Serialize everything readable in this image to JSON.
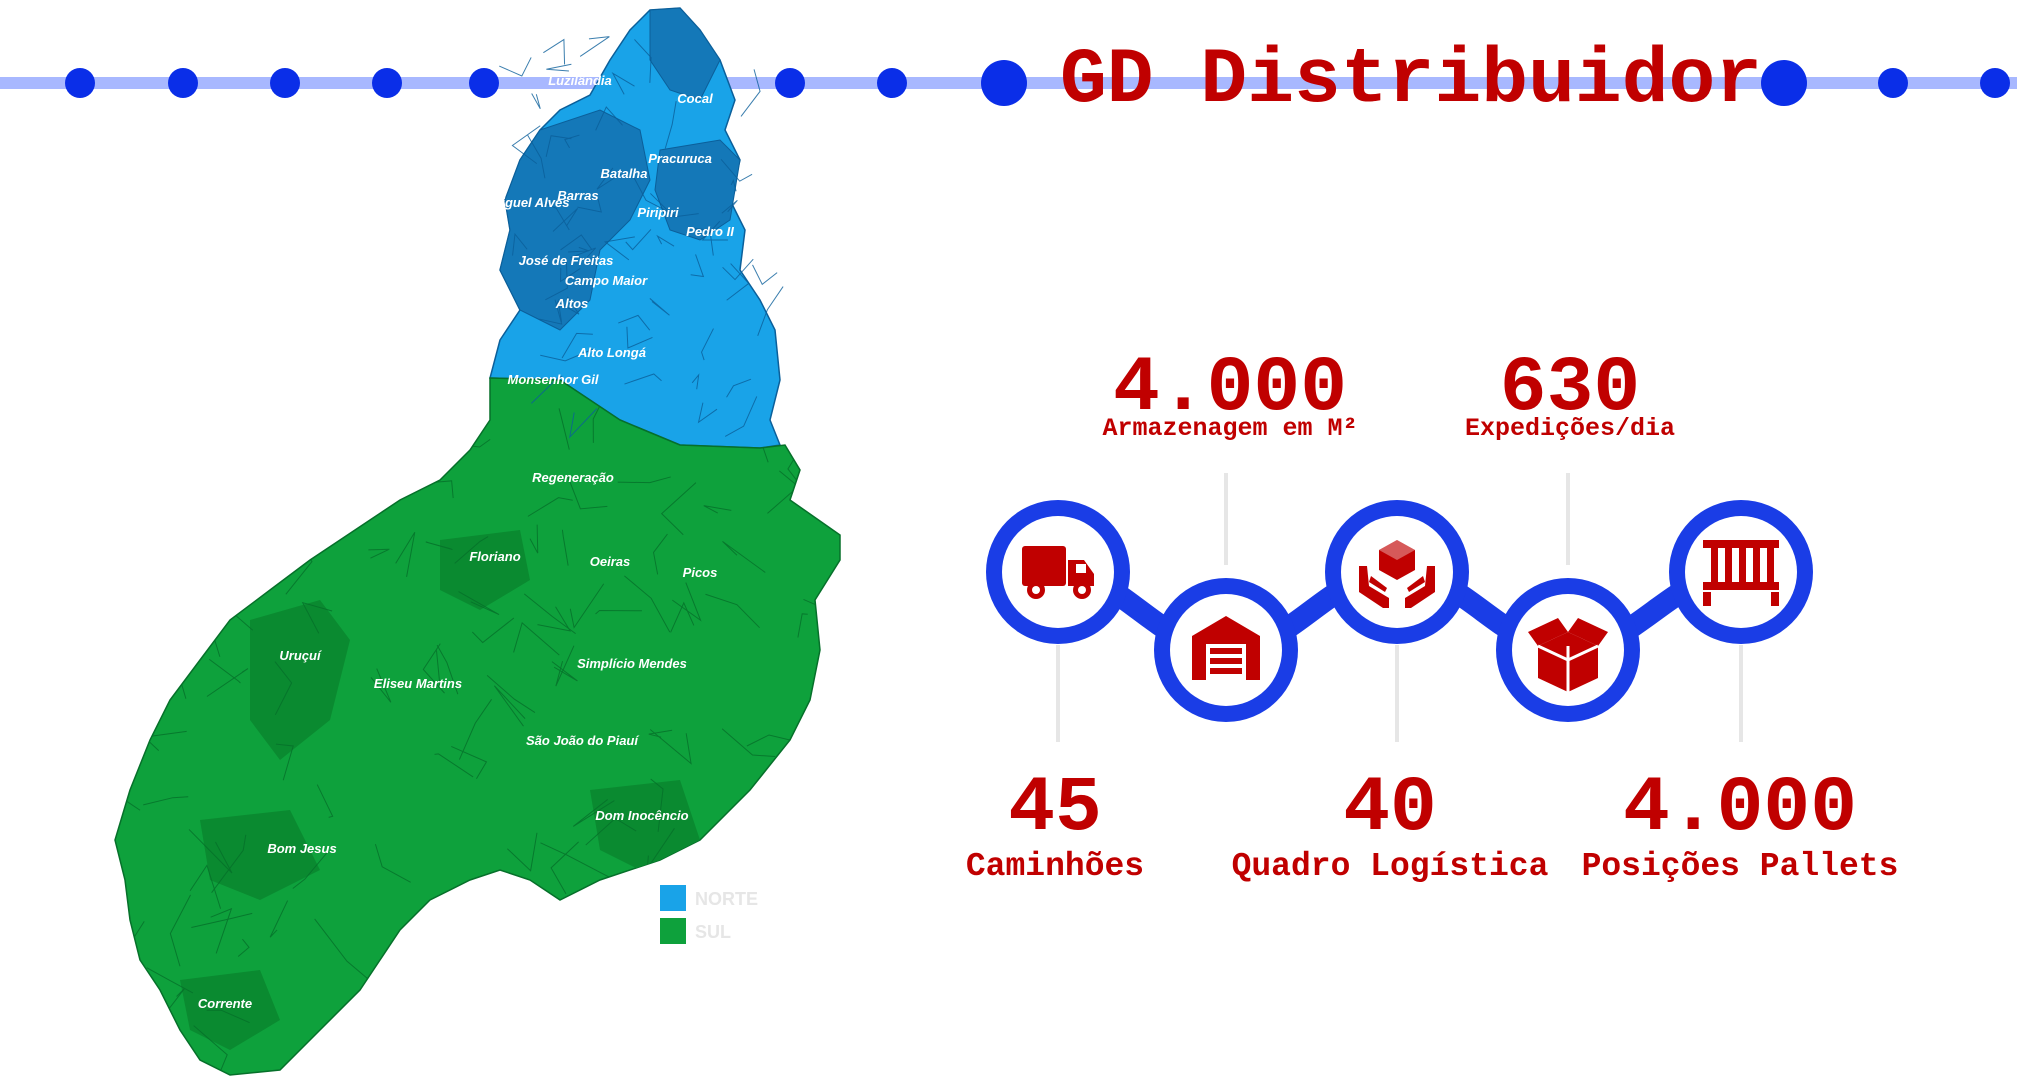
{
  "header": {
    "title": "GD Distribuidor"
  },
  "colors": {
    "brand_red": "#c00000",
    "ring_blue": "#1a3de6",
    "line_blue": "#a8b8ff",
    "dot_blue": "#0a2ee8",
    "region_north_light": "#19a3e8",
    "region_north_dark": "#1478b8",
    "region_south": "#0ea13c",
    "region_south_dark": "#0a8a30"
  },
  "stats": {
    "storage": {
      "value": "4.000",
      "label": "Armazenagem em M²"
    },
    "shipments": {
      "value": "630",
      "label": "Expedições/dia"
    },
    "trucks": {
      "value": "45",
      "label": "Caminhões"
    },
    "logistics": {
      "value": "40",
      "label": "Quadro Logística"
    },
    "pallets": {
      "value": "4.000",
      "label": "Posições Pallets"
    }
  },
  "icons": [
    {
      "name": "truck-icon"
    },
    {
      "name": "warehouse-icon"
    },
    {
      "name": "hands-box-icon"
    },
    {
      "name": "box-open-icon"
    },
    {
      "name": "pallet-rack-icon"
    }
  ],
  "map": {
    "cities": [
      "Luzilândia",
      "Cocal",
      "Pracuruca",
      "Batalha",
      "Miguel Alves",
      "Barras",
      "Piripiri",
      "Pedro II",
      "José de Freitas",
      "Campo Maior",
      "Altos",
      "Alto Longá",
      "Monsenhor Gil",
      "Regeneração",
      "Floriano",
      "Oeiras",
      "Picos",
      "Uruçuí",
      "Eliseu Martins",
      "Simplício Mendes",
      "São João do Piauí",
      "Dom Inocêncio",
      "Bom Jesus",
      "Corrente"
    ],
    "legend": [
      "NORTE",
      "SUL"
    ]
  }
}
